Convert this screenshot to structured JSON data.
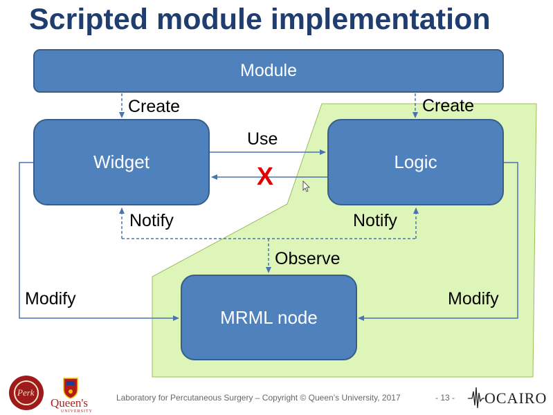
{
  "title": "Scripted module implementation",
  "boxes": {
    "module": "Module",
    "widget": "Widget",
    "logic": "Logic",
    "mrml": "MRML node"
  },
  "arrow_labels": {
    "create_left": "Create",
    "create_right": "Create",
    "use": "Use",
    "blocked": "X",
    "notify_left": "Notify",
    "notify_right": "Notify",
    "observe": "Observe",
    "modify_left": "Modify",
    "modify_right": "Modify"
  },
  "footer": {
    "text": "Laboratory for Percutaneous Surgery – Copyright © Queen’s University, 2017",
    "page": "- 13 -"
  },
  "logos": {
    "perk": "Perk",
    "queens": "Queen's",
    "queens_sub": "UNIVERSITY",
    "ocairo": "OCAIRO"
  },
  "colors": {
    "box_fill": "#4f81bd",
    "box_border": "#385d8a",
    "title": "#1f3d6e",
    "green_region": "#ddf5b9",
    "red_x": "#e00000"
  }
}
